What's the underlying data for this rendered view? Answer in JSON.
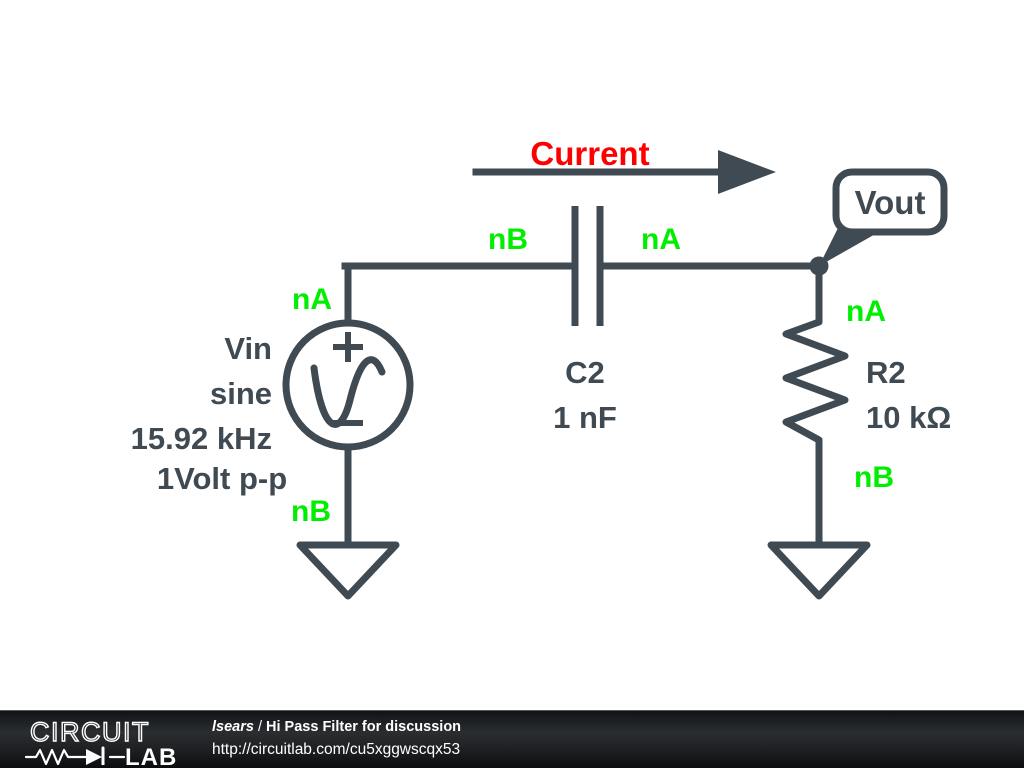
{
  "schematic": {
    "title_label": "Hi Pass Filter for discussion",
    "annotations": {
      "current_arrow_label": "Current",
      "current_arrow_color": "#ff0000",
      "probe_label": "Vout"
    },
    "source": {
      "name": "Vin",
      "type": "sine",
      "frequency": "15.92 kHz",
      "amplitude": "1Volt p-p",
      "plus_sign": "+",
      "minus_sign": "−"
    },
    "capacitor": {
      "name": "C2",
      "value": "1 nF"
    },
    "resistor": {
      "name": "R2",
      "value": "10 kΩ"
    },
    "net_labels": {
      "source_top": "nA",
      "source_bottom": "nB",
      "cap_left": "nB",
      "cap_right": "nA",
      "res_top": "nA",
      "res_bottom": "nB"
    },
    "colors": {
      "wire": "#3f4a52",
      "net_label": "#00ee00",
      "current": "#ff0000",
      "background": "#ffffff"
    }
  },
  "footer": {
    "logo_line1": "CIRCUIT",
    "logo_line2": "LAB",
    "user": "lsears",
    "separator": "/",
    "project_title": "Hi Pass Filter for discussion",
    "url": "http://circuitlab.com/cu5xggwscqx53"
  }
}
